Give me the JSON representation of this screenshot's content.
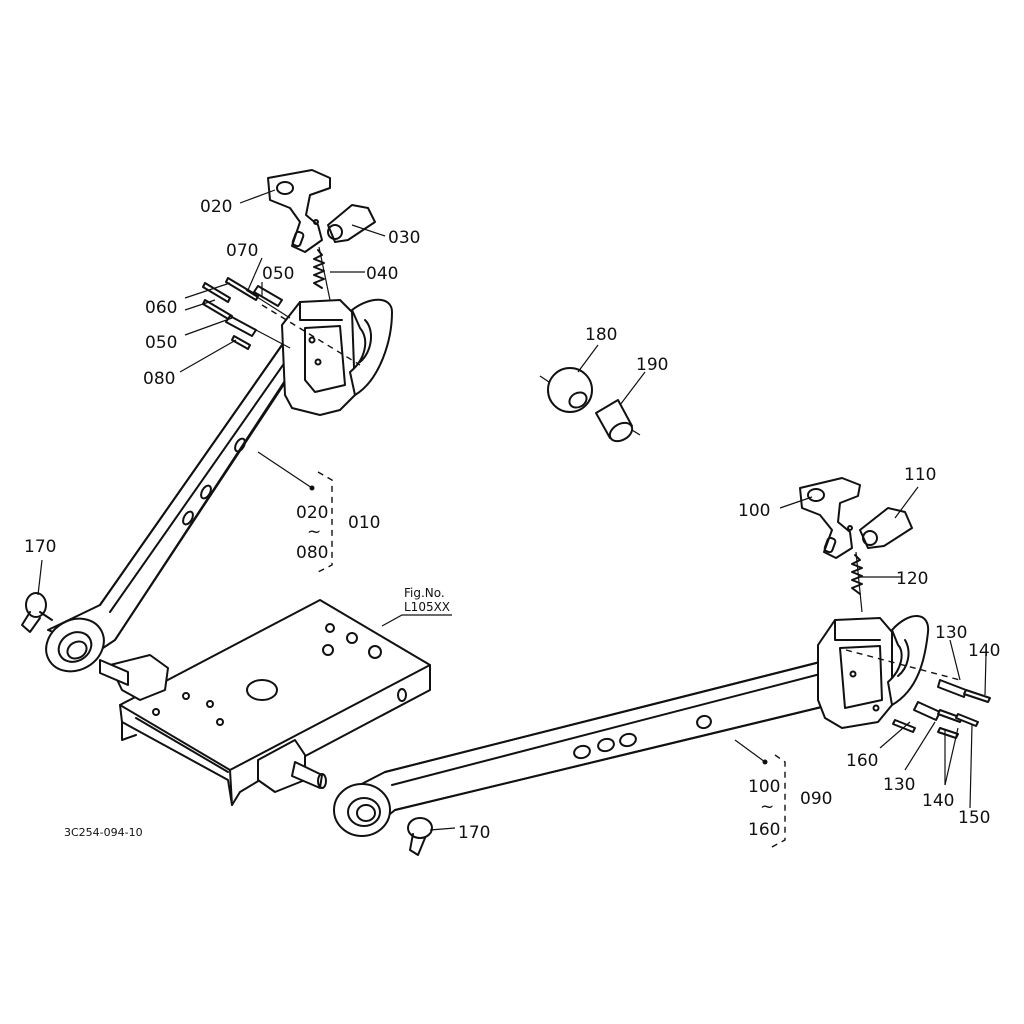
{
  "callouts": {
    "p020a": "020",
    "p030": "030",
    "p040": "040",
    "p070": "070",
    "p050a": "050",
    "p060": "060",
    "p050b": "050",
    "p080": "080",
    "p180": "180",
    "p190": "190",
    "p010_from": "020",
    "p010_tilde": "~",
    "p010_to": "080",
    "p010": "010",
    "p170a": "170",
    "p170b": "170",
    "p100": "100",
    "p110": "110",
    "p120": "120",
    "p130a": "130",
    "p140a": "140",
    "p160": "160",
    "p130b": "130",
    "p140b": "140",
    "p150": "150",
    "p090_from": "100",
    "p090_tilde": "~",
    "p090_to": "160",
    "p090": "090"
  },
  "reference": {
    "fig_line1": "Fig.No.",
    "fig_line2": "L105XX"
  },
  "diagram_code": "3C254-094-10"
}
